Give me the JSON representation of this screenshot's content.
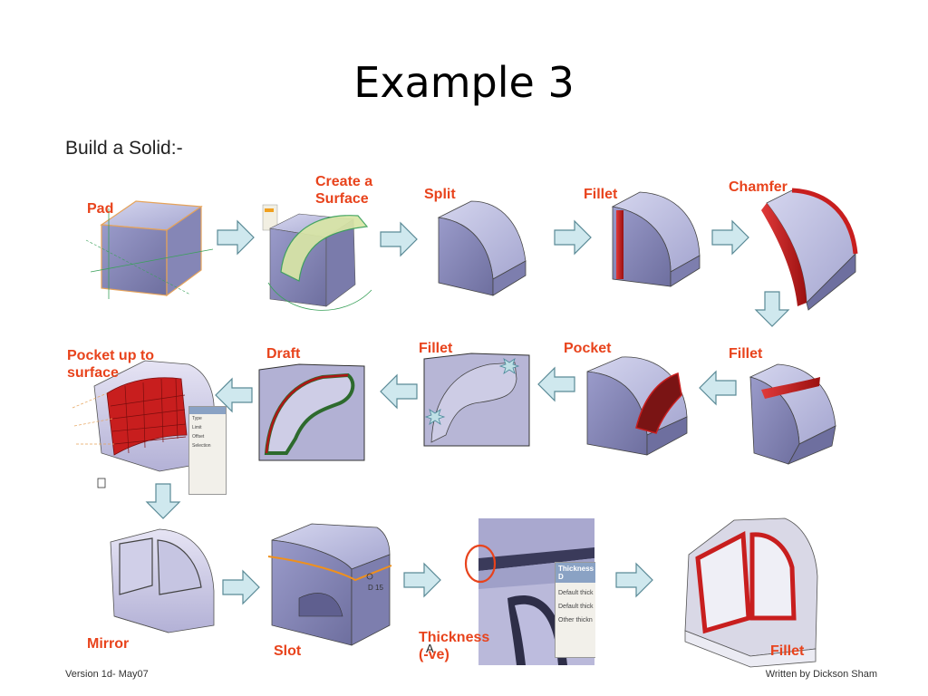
{
  "slide": {
    "title": "Example 3",
    "subtitle": "Build a Solid:-",
    "footer_left": "Version 1d- May07",
    "footer_right": "Written by Dickson Sham"
  },
  "steps": {
    "pad": "Pad",
    "create_surface": "Create a\nSurface",
    "split": "Split",
    "fillet_1": "Fillet",
    "chamfer": "Chamfer",
    "fillet_2": "Fillet",
    "pocket": "Pocket",
    "fillet_3": "Fillet",
    "draft": "Draft",
    "pocket_up_to_surface": "Pocket up to\nsurface",
    "mirror": "Mirror",
    "slot": "Slot",
    "thickness": "Thickness\n(-ve)",
    "fillet_4": "Fillet"
  },
  "annotations": {
    "slot_dim": "D 15",
    "thickness_letter": "A"
  },
  "thickness_dialog": {
    "title": "Thickness D",
    "rows": [
      "Default thick",
      "Default thick",
      "Other thickn"
    ]
  },
  "colors": {
    "label": "#e8431c",
    "arrow_fill": "#cfe8ee",
    "arrow_stroke": "#5a8a96",
    "solid_top": "#b8b9dc",
    "solid_side": "#8f90bf",
    "solid_front": "#7778a8",
    "fillet_red": "#c81e1e"
  }
}
